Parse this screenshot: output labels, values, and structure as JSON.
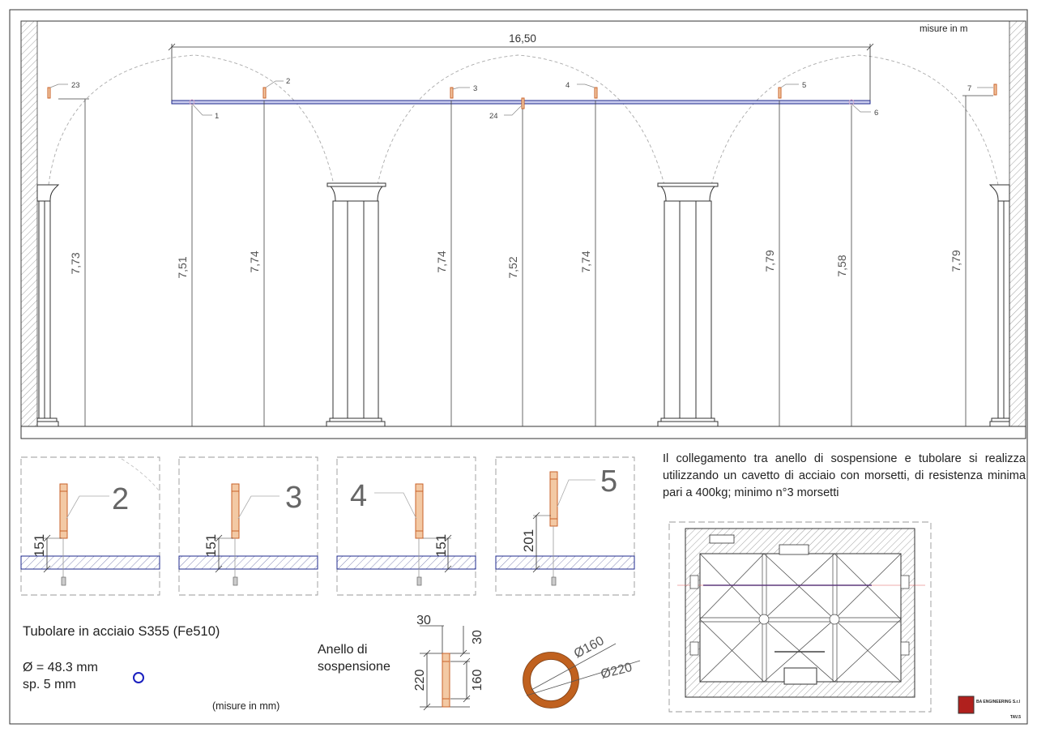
{
  "units_label": "misure in m",
  "overall_span": "16,50",
  "anchors": [
    {
      "id": "23"
    },
    {
      "id": "1"
    },
    {
      "id": "2"
    },
    {
      "id": "3"
    },
    {
      "id": "24"
    },
    {
      "id": "4"
    },
    {
      "id": "5"
    },
    {
      "id": "6"
    },
    {
      "id": "7"
    }
  ],
  "heights": [
    "7,73",
    "7,51",
    "7,74",
    "7,74",
    "7,52",
    "7,74",
    "7,79",
    "7,58",
    "7,79"
  ],
  "details": [
    {
      "label": "2",
      "dim": "151"
    },
    {
      "label": "3",
      "dim": "151"
    },
    {
      "label": "4",
      "dim": "151"
    },
    {
      "label": "5",
      "dim": "201"
    }
  ],
  "note": "Il collegamento tra anello di sospensione e tubolare si realizza utilizzando un cavetto di acciaio con morsetti, di resistenza minima pari a 400kg; minimo n°3 morsetti",
  "tubolare": {
    "title": "Tubolare in acciaio S355 (Fe510)",
    "diameter": "Ø = 48.3 mm",
    "thickness": "sp. 5 mm",
    "units": "(misure in mm)"
  },
  "anello": {
    "label_line1": "Anello di",
    "label_line2": "sospensione",
    "dim_top": "30",
    "dim_side_top": "30",
    "dim_total": "220",
    "dim_inner": "160",
    "inner_diameter": "Ø160",
    "outer_diameter": "Ø220"
  },
  "logo": {
    "company": "BA ENGINEERING S.r.l",
    "sheet": "TAV.5",
    "color": "#b0201d"
  },
  "colors": {
    "beam": "#1f2a8c",
    "pipe": "#c8622a",
    "pipe_fill": "#f3c9a4",
    "ring": "#c0611f"
  }
}
